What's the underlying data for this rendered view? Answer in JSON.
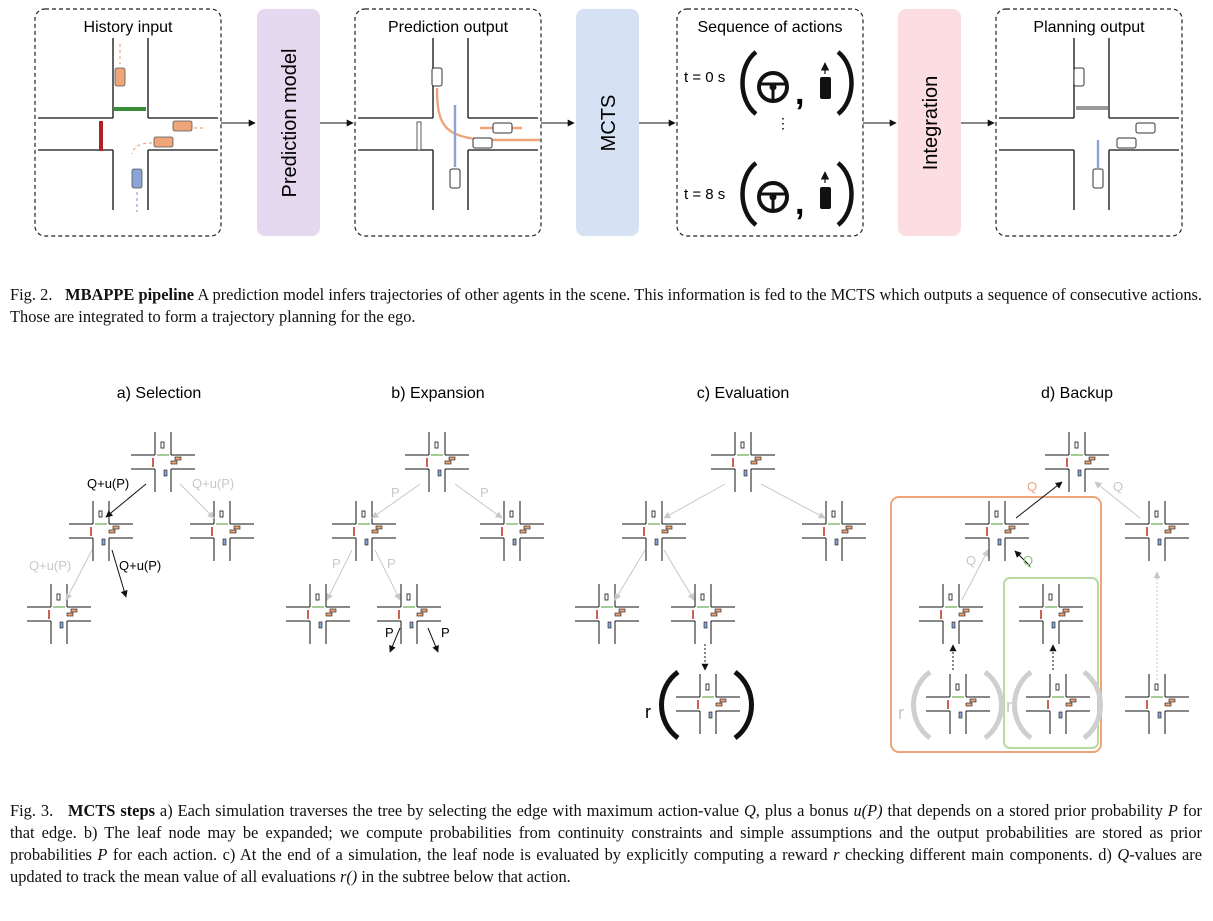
{
  "fig2": {
    "panels": {
      "history": "History input",
      "prediction": "Prediction output",
      "sequence": "Sequence of actions",
      "planning": "Planning output"
    },
    "blocks": {
      "prediction_model": "Prediction model",
      "mcts": "MCTS",
      "integration": "Integration"
    },
    "times": [
      "t = 0 s",
      "t = 8 s"
    ],
    "caption_label": "Fig. 2.",
    "caption_title": "MBAPPE pipeline",
    "caption_text": "A prediction model infers trajectories of other agents in the scene. This information is fed to the MCTS which outputs a sequence of consecutive actions. Those are integrated to form a trajectory planning for the ego."
  },
  "fig3": {
    "titles": [
      "a) Selection",
      "b) Expansion",
      "c) Evaluation",
      "d) Backup"
    ],
    "edge_labels": {
      "qup": "Q+u(P)",
      "p": "P",
      "q": "Q",
      "r": "r"
    },
    "caption_label": "Fig. 3.",
    "caption_title": "MCTS steps",
    "caption_segments": [
      " a) Each simulation traverses the tree by selecting the edge with maximum action-value ",
      "Q",
      ", plus a bonus ",
      "u(P)",
      " that depends on a stored prior probability ",
      "P",
      " for that edge. b) The leaf node may be expanded; we compute probabilities from continuity constraints and simple assumptions and the output probabilities are stored as prior probabilities ",
      "P",
      " for each action. c) At the end of a simulation, the leaf node is evaluated by explicitly computing a reward ",
      "r",
      " checking different main components. d) ",
      "Q",
      "-values are updated to track the mean value of all evaluations ",
      "r()",
      " in the subtree below that action."
    ]
  },
  "colors": {
    "prediction_block": "#e4d9ee",
    "mcts_block": "#d6e1f3",
    "integration_block": "#fbdde2",
    "orange": "#eea57a",
    "green": "#b9d8a2",
    "blue": "#8aa4d8",
    "red": "#c0392b",
    "gray": "#c8c8c8"
  }
}
